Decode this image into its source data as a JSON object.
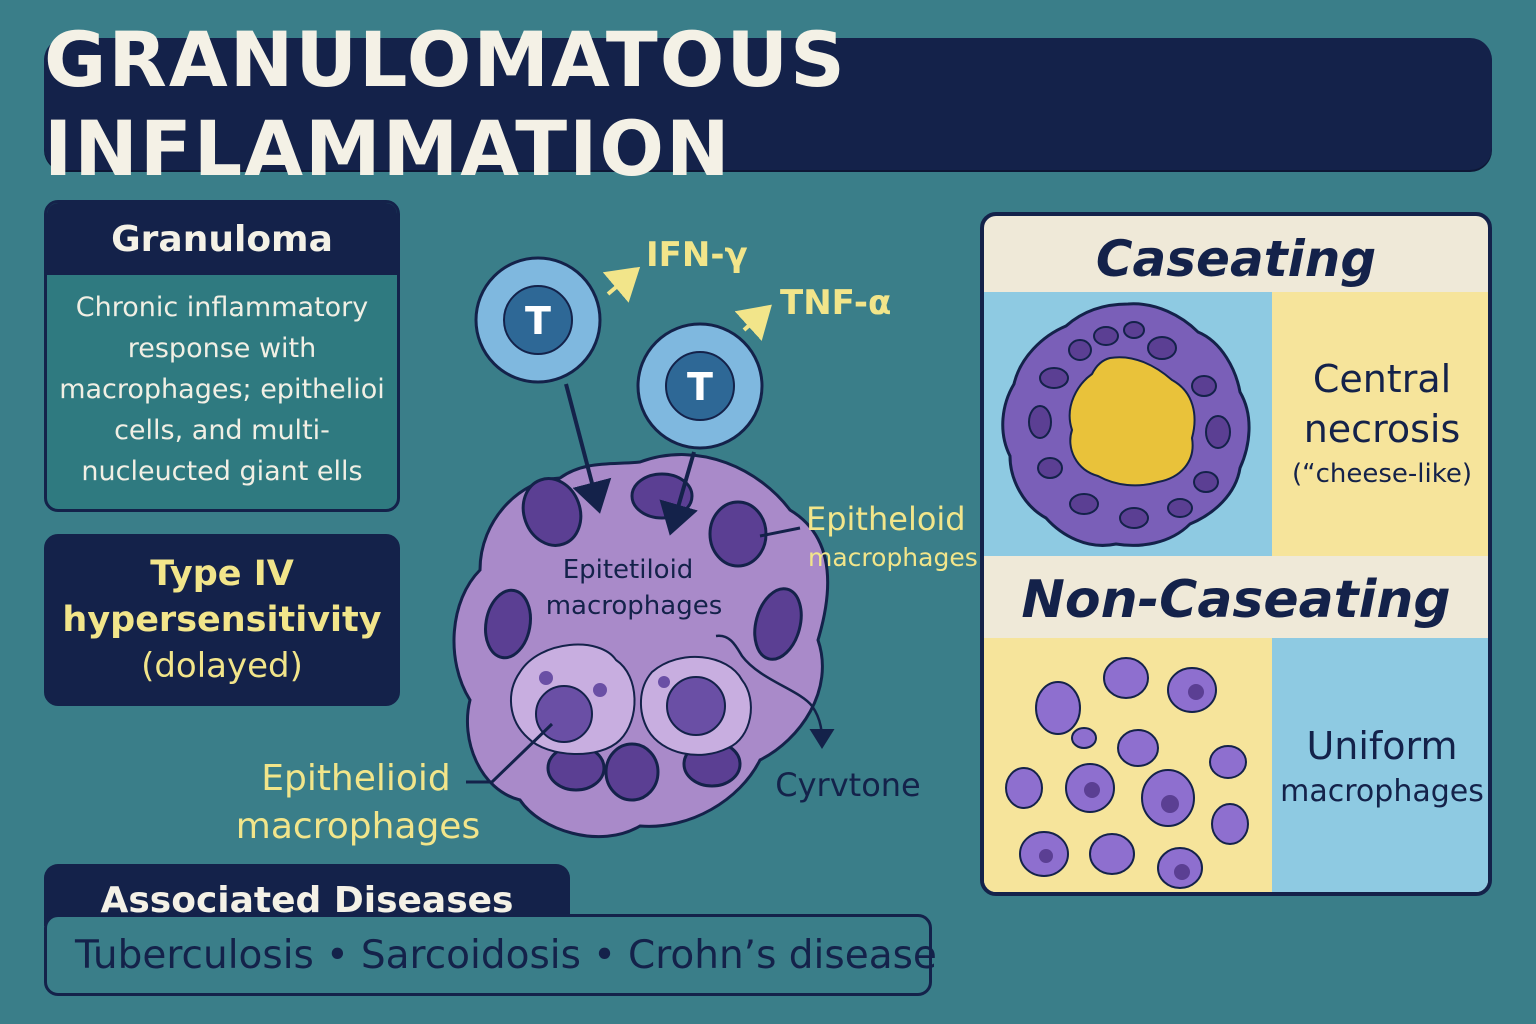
{
  "title": "GRANULOMATOUS INFLAMMATION",
  "granuloma": {
    "heading": "Granuloma",
    "lines": [
      "Chronic inflammatory",
      "response with",
      "macrophages; epithelioi",
      "cells, and multi-",
      "nucleucted giant ells"
    ]
  },
  "hypersensitivity": {
    "line1": "Type IV",
    "line2": "hypersensitivity",
    "line3": "(dolayed)"
  },
  "diagram": {
    "t_cell_label": "T",
    "cytokine_1": "IFN-γ",
    "cytokine_2": "TNF-α",
    "center_label_1": "Epitetiloid",
    "center_label_2": "macrophages",
    "right_label_1": "Epitheloid",
    "right_label_2": "macrophages",
    "bottom_label_1": "Epithelioid",
    "bottom_label_2": "macrophages",
    "cytokine_label": "Cyrvtone"
  },
  "associated": {
    "heading": "Associated Diseases",
    "diseases": [
      "Tuberculosis",
      "Sarcoidosis",
      "Crohn’s disease"
    ],
    "separator": "•"
  },
  "types": {
    "caseating": {
      "heading": "Caseating",
      "label_1": "Central",
      "label_2": "necrosis",
      "label_3": "(“cheese-like)"
    },
    "non_caseating": {
      "heading": "Non-Caseating",
      "label_1": "Uniform",
      "label_2": "macrophages"
    }
  },
  "colors": {
    "background": "#3a7e89",
    "navy": "#14224a",
    "yellow_text": "#f2e58a",
    "cell_purple": "#a98ac9",
    "nucleus_purple": "#5b3f93",
    "t_cell_blue": "#7fb8df",
    "necrosis_yellow": "#e9c23a",
    "panel_blue": "#8ecae2",
    "panel_yellow": "#f6e49b"
  }
}
